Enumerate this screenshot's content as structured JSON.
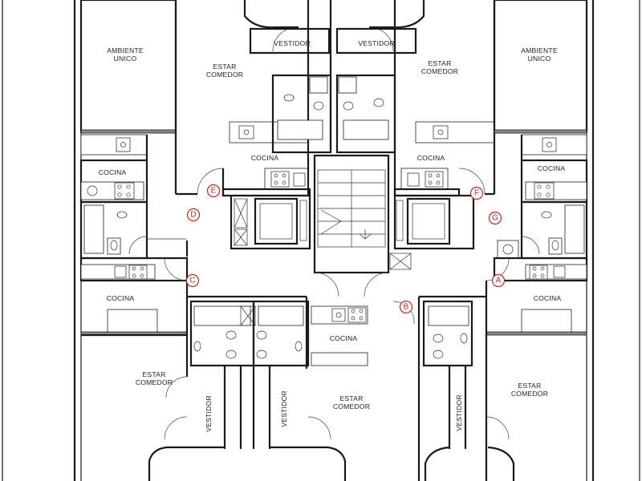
{
  "labels": {
    "ambiente_unico": "AMBIENTE\nUNICO",
    "estar_comedor": "ESTAR\nCOMEDOR",
    "cocina": "COCINA",
    "vestidor": "VESTIDOR"
  },
  "markers": [
    "A",
    "B",
    "C",
    "D",
    "E",
    "F",
    "G"
  ],
  "colors": {
    "marker": "#d02020",
    "walls": "#1a1a1a",
    "wall_fill": "#8a8a8a"
  }
}
